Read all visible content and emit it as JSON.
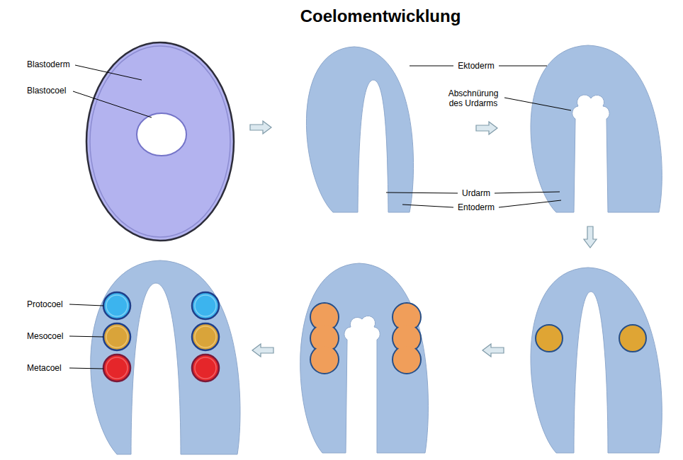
{
  "diagram": {
    "title": "Coelomentwicklung",
    "labels": [
      "Blastoderm",
      "Blastocoel",
      "Ektoderm",
      "Abschnürung des Urdarms",
      "Urdarm",
      "Entoderm",
      "Protocoel",
      "Mesocoel",
      "Metacoel"
    ]
  }
}
